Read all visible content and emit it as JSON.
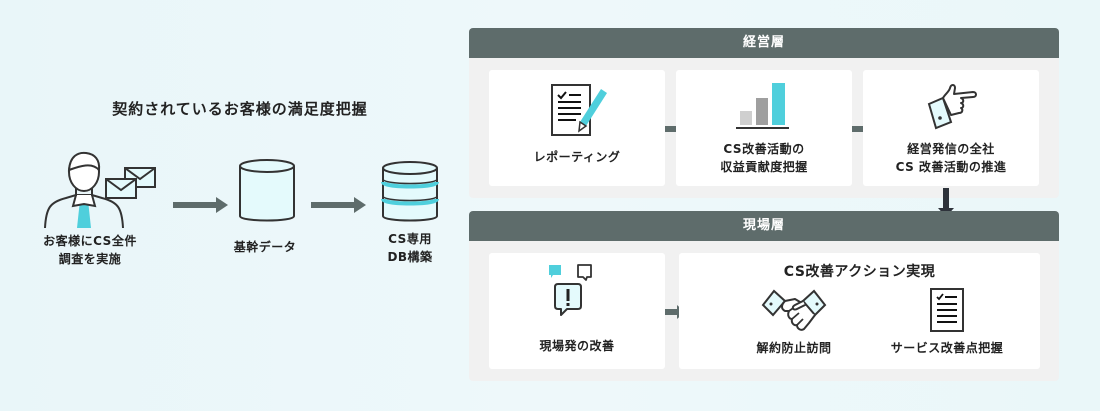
{
  "left_section": {
    "title": "契約されているお客様の満足度把握",
    "steps": [
      {
        "icon": "customer-with-mail-icon",
        "label_line1": "お客様にCS全件",
        "label_line2": "調査を実施"
      },
      {
        "icon": "database-icon",
        "label_line1": "基幹データ"
      },
      {
        "icon": "cs-database-icon",
        "label_line1": "CS専用",
        "label_line2": "DB構築"
      }
    ]
  },
  "management_layer": {
    "title": "経営層",
    "cards": [
      {
        "icon": "report-pencil-icon",
        "label_line1": "レポーティング"
      },
      {
        "icon": "bar-chart-icon",
        "label_line1": "CS改善活動の",
        "label_line2": "収益貢献度把握"
      },
      {
        "icon": "pointing-hand-icon",
        "label_line1": "経営発信の全社",
        "label_line2": "CS 改善活動の推進"
      }
    ]
  },
  "field_layer": {
    "title": "現場層",
    "cards": [
      {
        "icon": "speech-bubbles-alert-icon",
        "label_line1": "現場発の改善"
      }
    ],
    "action_card": {
      "title": "CS改善アクション実現",
      "items": [
        {
          "icon": "handshake-icon",
          "label": "解約防止訪問"
        },
        {
          "icon": "checklist-icon",
          "label": "サービス改善点把握"
        }
      ]
    }
  },
  "colors": {
    "accent": "#4fcfdc",
    "header": "#5e6c6b",
    "arrow": "#5e6c6b",
    "panel_bg": "#f1f1f1",
    "icon_fill": "#e4fafc",
    "stroke": "#333333"
  }
}
